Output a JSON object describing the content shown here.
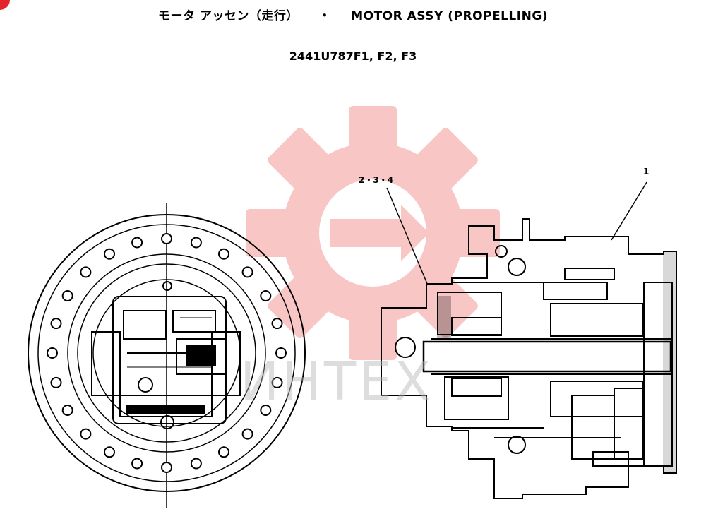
{
  "header": {
    "title_jp": "モータ アッセン（走行）",
    "title_separator": "・",
    "title_en": "MOTOR ASSY (PROPELLING)",
    "part_number": "2441U787F1, F2, F3"
  },
  "callouts": {
    "items_2_3_4": "2・3・4",
    "item_1": "1"
  },
  "watermark": {
    "text": "ИНТЕХ",
    "color": "#f4a3a3"
  },
  "colors": {
    "line": "#000000",
    "background": "#ffffff",
    "accent": "#e3242b"
  }
}
